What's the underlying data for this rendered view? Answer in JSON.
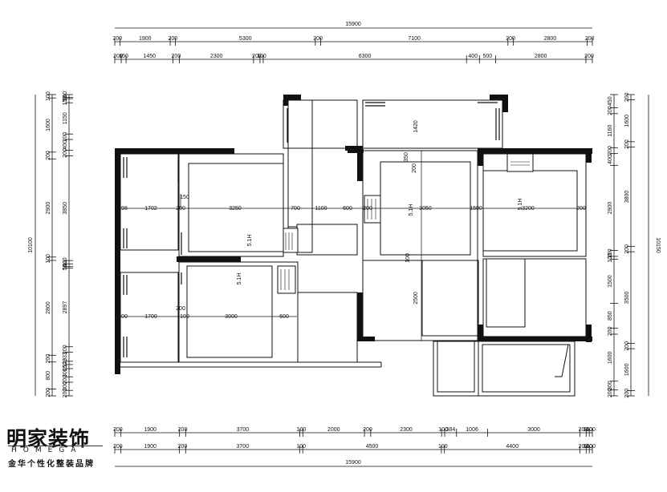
{
  "logo": {
    "name_zh": "明家装饰",
    "name_en": "HOMEGA",
    "slogan": "金华个性化整装品牌"
  },
  "dimensions": {
    "top_total": "15900",
    "top_row1": [
      "200",
      "1900",
      "200",
      "5300",
      "200",
      "7100",
      "200",
      "2800",
      "200"
    ],
    "top_row2": [
      "200",
      "150",
      "1450",
      "200",
      "2300",
      "200",
      "100",
      "6300",
      "400",
      "500",
      "2800",
      "200"
    ],
    "bottom_row1": [
      "200",
      "1900",
      "200",
      "3700",
      "100",
      "2000",
      "200",
      "2300",
      "100",
      "384",
      "1006",
      "3000",
      "200",
      "100",
      "100"
    ],
    "bottom_row2": [
      "200",
      "1900",
      "200",
      "3700",
      "100",
      "4500",
      "100",
      "4400",
      "200",
      "100",
      "100"
    ],
    "bottom_total": "15900",
    "left_total": "10100",
    "left_col1": [
      "100",
      "50",
      "150",
      "1150",
      "200",
      "400",
      "200",
      "3850",
      "120",
      "100",
      "50",
      "2897",
      "200",
      "333",
      "120",
      "150",
      "300",
      "200",
      "300",
      "200"
    ],
    "left_col2": [
      "100",
      "1600",
      "200",
      "2900",
      "100",
      "2800",
      "200",
      "800",
      "200"
    ],
    "right_total": "10150",
    "right_col1": [
      "450",
      "200",
      "1160",
      "200",
      "400",
      "2900",
      "200",
      "100",
      "1500",
      "850",
      "200",
      "1600",
      "300",
      "200"
    ],
    "right_col2": [
      "200",
      "1600",
      "200",
      "3800",
      "200",
      "3500",
      "200",
      "1600",
      "200"
    ]
  },
  "interior_dims": {
    "row_upper": [
      "198",
      "1702",
      "200",
      "3250",
      "700",
      "1100",
      "600",
      "200",
      "3050",
      "1500",
      "3200",
      "200"
    ],
    "row_lower": [
      "200",
      "1700",
      "100",
      "3000",
      "600"
    ],
    "small": [
      "150",
      "200",
      "1420",
      "350",
      "200",
      "100",
      "2500"
    ]
  },
  "room_notes": [
    "5.1H",
    "5.1H",
    "5.1H",
    "5.1H"
  ]
}
